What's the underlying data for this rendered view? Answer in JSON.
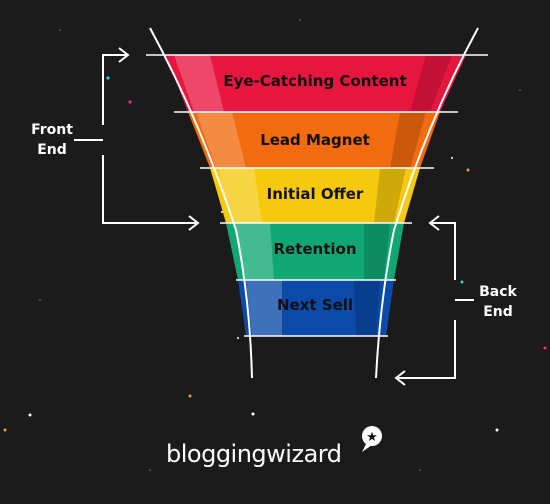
{
  "funnel": {
    "stages": [
      {
        "label": "Eye-Catching Content",
        "color": "#e8153f"
      },
      {
        "label": "Lead Magnet",
        "color": "#f26b0f"
      },
      {
        "label": "Initial Offer",
        "color": "#f7c90d"
      },
      {
        "label": "Retention",
        "color": "#10a774"
      },
      {
        "label": "Next Sell",
        "color": "#0a4aa8"
      }
    ]
  },
  "front_end": {
    "line1": "Front",
    "line2": "End"
  },
  "back_end": {
    "line1": "Back",
    "line2": "End"
  },
  "brand": {
    "name": "bloggingwizard"
  },
  "colors": {
    "background": "#1b1b1b",
    "lines": "#ffffff"
  }
}
